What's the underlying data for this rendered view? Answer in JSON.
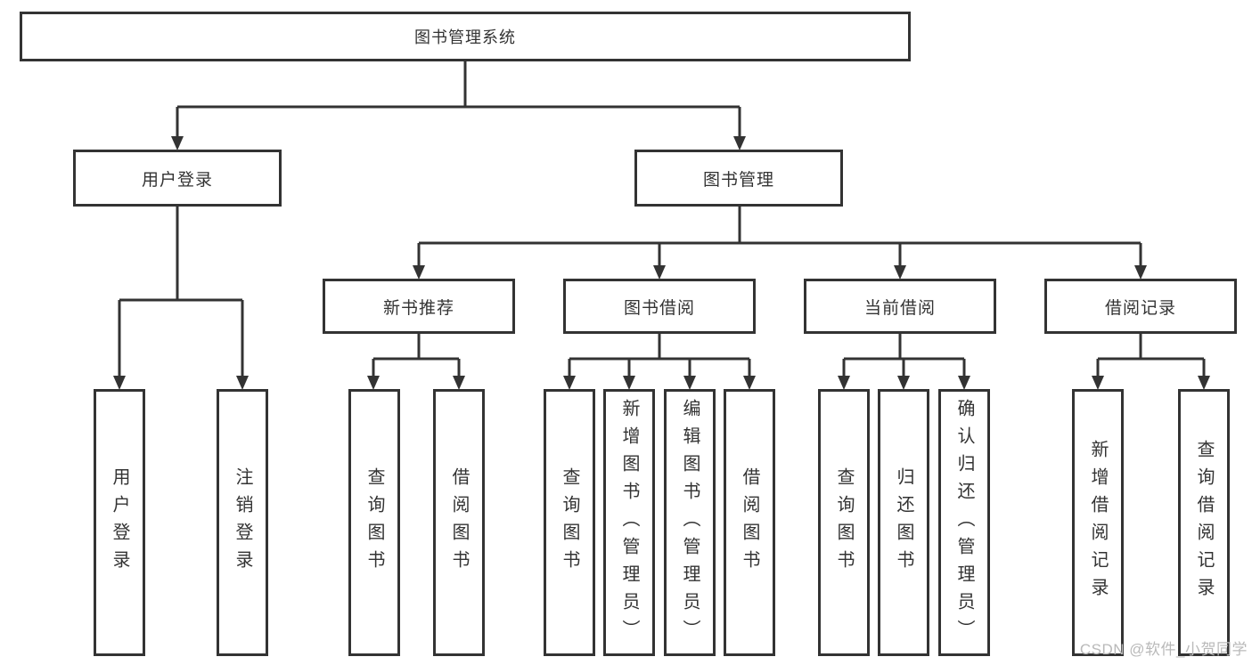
{
  "diagram": {
    "root": {
      "label": "图书管理系统"
    },
    "level2": {
      "user_login": {
        "label": "用户登录"
      },
      "book_mgmt": {
        "label": "图书管理"
      }
    },
    "level3": {
      "new_books": {
        "label": "新书推荐"
      },
      "book_borrow": {
        "label": "图书借阅"
      },
      "current_borrow": {
        "label": "当前借阅"
      },
      "borrow_records": {
        "label": "借阅记录"
      }
    },
    "leaves": {
      "user_login": "用户登录",
      "logout": "注销登录",
      "nb_query_books": "查询图书",
      "nb_borrow_books": "借阅图书",
      "bb_query_books": "查询图书",
      "bb_add_books": "新增图书（管理员）",
      "bb_edit_books": "编辑图书（管理员）",
      "bb_borrow_books": "借阅图书",
      "cb_query_books": "查询图书",
      "cb_return_books": "归还图书",
      "cb_confirm_return": "确认归还（管理员）",
      "br_add_record": "新增借阅记录",
      "br_query_record": "查询借阅记录"
    }
  },
  "watermark": {
    "text": "CSDN @软件_小贺同学"
  },
  "colors": {
    "line": "#333333",
    "box_border": "#333333",
    "text": "#333333",
    "background": "#ffffff",
    "watermark": "#b9b9b9"
  }
}
